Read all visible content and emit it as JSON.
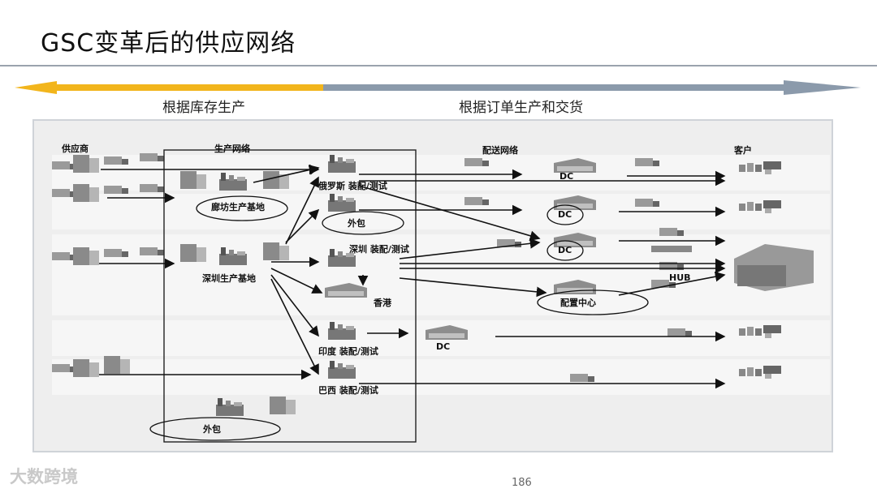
{
  "title": "GSC变革后的供应网络",
  "arrow": {
    "left_label": "根据库存生产",
    "right_label": "根据订单生产和交货",
    "left_color": "#f2b51c",
    "right_color": "#8b9aab"
  },
  "diagram": {
    "supplier_header": "供应商",
    "production_header": "生产网络",
    "distribution_header": "配送网络",
    "customer_header": "客户",
    "nodes": {
      "russia": "俄罗斯 装配/测试",
      "langfang": "廊坊生产基地",
      "outsource1": "外包",
      "shenzhen_base": "深圳生产基地",
      "shenzhen_assembly": "深圳 装配/测试",
      "hongkong": "香港",
      "india": "印度 装配/测试",
      "brazil": "巴西 装配/测试",
      "outsource2": "外包",
      "dc1": "DC",
      "dc2": "DC",
      "dc3": "DC",
      "dc4": "DC",
      "hub": "HUB",
      "config_center": "配置中心"
    }
  },
  "page_number": "186",
  "watermark": "大数跨境"
}
